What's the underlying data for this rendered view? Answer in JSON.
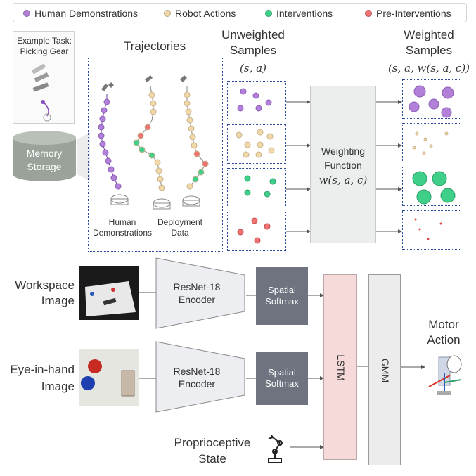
{
  "legend": [
    {
      "label": "Human Demonstrations",
      "color": "#b27fd9"
    },
    {
      "label": "Robot Actions",
      "color": "#f0d8a8"
    },
    {
      "label": "Interventions",
      "color": "#3fcf88"
    },
    {
      "label": "Pre-Interventions",
      "color": "#f07272"
    }
  ],
  "example_task": {
    "line1": "Example Task:",
    "line2": "Picking Gear"
  },
  "memory": {
    "line1": "Memory",
    "line2": "Storage"
  },
  "trajectories": {
    "title": "Trajectories",
    "human_label_1": "Human",
    "human_label_2": "Demonstrations",
    "deploy_label_1": "Deployment",
    "deploy_label_2": "Data"
  },
  "unweighted": {
    "title_1": "Unweighted",
    "title_2": "Samples",
    "math": "(s, a)"
  },
  "weighting": {
    "line1": "Weighting",
    "line2": "Function",
    "math": "w(s, a, c)"
  },
  "weighted": {
    "title_1": "Weighted",
    "title_2": "Samples",
    "math": "(s, a, w(s, a, c))"
  },
  "network": {
    "workspace_1": "Workspace",
    "workspace_2": "Image",
    "eye_1": "Eye-in-hand",
    "eye_2": "Image",
    "encoder_1": "ResNet-18",
    "encoder_2": "Encoder",
    "spatial_1": "Spatial",
    "spatial_2": "Softmax",
    "lstm": "LSTM",
    "gmm": "GMM",
    "proprio_1": "Proprioceptive",
    "proprio_2": "State",
    "motor_1": "Motor",
    "motor_2": "Action"
  }
}
